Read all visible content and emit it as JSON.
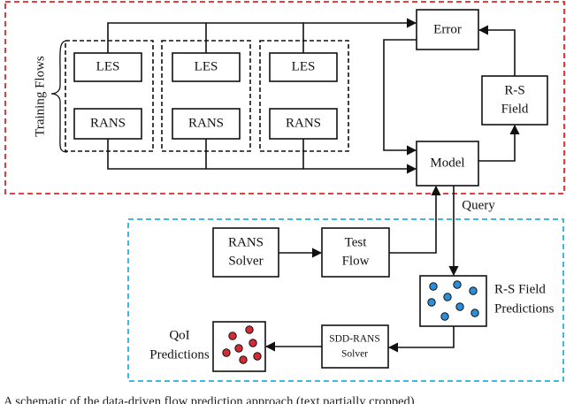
{
  "colors": {
    "training_region": "#e0262a",
    "prediction_region": "#29aee3",
    "blue_dot": "#2a8fd6",
    "red_dot": "#d42a34"
  },
  "training_flows_label": "Training Flows",
  "flow_groups": [
    {
      "les": "LES",
      "rans": "RANS"
    },
    {
      "les": "LES",
      "rans": "RANS"
    },
    {
      "les": "LES",
      "rans": "RANS"
    }
  ],
  "error_label": "Error",
  "rs_field": [
    "R-S",
    "Field"
  ],
  "model_label": "Model",
  "query_label": "Query",
  "rans_solver": [
    "RANS",
    "Solver"
  ],
  "test_flow": [
    "Test",
    "Flow"
  ],
  "rs_field_predictions": [
    "R-S Field",
    "Predictions"
  ],
  "sdd_rans_solver": [
    "SDD-RANS",
    "Solver"
  ],
  "qoi_predictions": [
    "QoI",
    "Predictions"
  ],
  "caption": "A schematic of the data-driven flow prediction approach (text partially cropped)"
}
